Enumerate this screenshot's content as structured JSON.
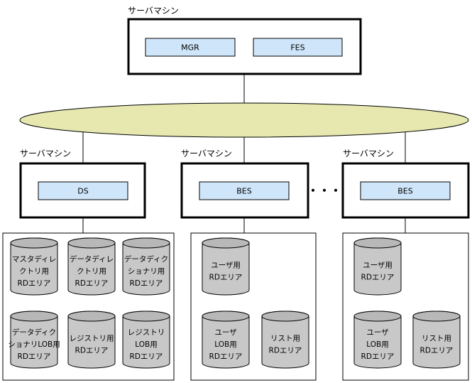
{
  "server_label": "サーバマシン",
  "top_server": {
    "modules": [
      "MGR",
      "FES"
    ]
  },
  "ellipsis": "・・・",
  "servers": [
    {
      "module": "DS",
      "storage": [
        [
          "マスタディレ",
          "クトリ用",
          "RDエリア"
        ],
        [
          "データディレ",
          "クトリ用",
          "RDエリア"
        ],
        [
          "データディク",
          "ショナリ用",
          "RDエリア"
        ],
        [
          "データディク",
          "ショナリLOB用",
          "RDエリア"
        ],
        [
          "レジストリ用",
          "RDエリア"
        ],
        [
          "レジストリ",
          "LOB用",
          "RDエリア"
        ]
      ]
    },
    {
      "module": "BES",
      "storage": [
        [
          "ユーザ用",
          "RDエリア"
        ],
        [
          "ユーザ",
          "LOB用",
          "RDエリア"
        ],
        [
          "リスト用",
          "RDエリア"
        ]
      ]
    },
    {
      "module": "BES",
      "storage": [
        [
          "ユーザ用",
          "RDエリア"
        ],
        [
          "ユーザ",
          "LOB用",
          "RDエリア"
        ],
        [
          "リスト用",
          "RDエリア"
        ]
      ]
    }
  ],
  "colors": {
    "network": "#e6e8b0",
    "module_fill": "#cfe6fa",
    "cylinder_side": "#c8c8c8",
    "cylinder_top": "#b8b8b8"
  }
}
